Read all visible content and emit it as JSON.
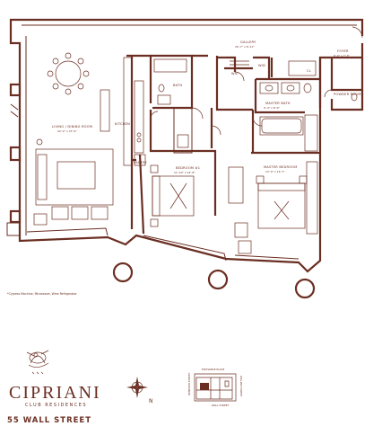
{
  "rooms": {
    "gallery": {
      "name": "GALLERY",
      "dim": "20'-7\" x 6'-11\""
    },
    "foyer": {
      "name": "FOYER",
      "dim": "6'-0\" x 7'-3\""
    },
    "wic": {
      "name": "WIC"
    },
    "cl": {
      "name": "CL"
    },
    "w_d": {
      "name": "W/D"
    },
    "bath": {
      "name": "BATH"
    },
    "powder_room": {
      "name": "POWDER ROOM"
    },
    "master_bath": {
      "name": "MASTER BATH",
      "dim": "9'-4\" x 8'-9\""
    },
    "living_dining": {
      "name": "LIVING / DINING ROOM",
      "dim": "22'-2\" x 37'-9\""
    },
    "kitchen": {
      "name": "KITCHEN"
    },
    "pantry": {
      "name": "PANTRY"
    },
    "bedroom": {
      "name": "BEDROOM #1",
      "dim": "11'-10\" x 14'-8\""
    },
    "master_bedroom": {
      "name": "MASTER BEDROOM",
      "dim": "13'-0\" x 14'-7\""
    }
  },
  "footnote": "*Cypress Machine, Microwave, Wine Refrigerator",
  "brand": {
    "name": "CIPRIANI",
    "subtitle": "CLUB RESIDENCES",
    "address": "55 WALL STREET"
  },
  "compass": {
    "label": "N"
  },
  "keyplan": {
    "streets": [
      "EXCHANGE PLACE",
      "HANOVER STREET",
      "WILLIAM STREET",
      "WALL STREET"
    ]
  },
  "colors": {
    "brand": "#6b2e22",
    "background": "#ffffff"
  },
  "icons": [
    "cipriani-logo-icon",
    "compass-rose-icon",
    "key-plan-icon"
  ]
}
